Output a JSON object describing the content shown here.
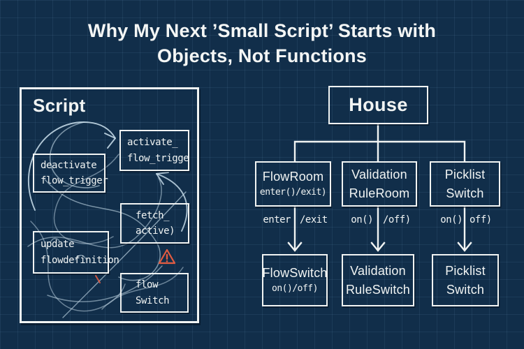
{
  "title": {
    "line1": "Why My Next ’Small Script’ Starts with",
    "line2": "Objects, Not Functions"
  },
  "script_panel": {
    "label": "Script",
    "boxes": [
      {
        "id": "deactivate_flow_trigger",
        "line1": "deactivate",
        "line2": "flow_trigger"
      },
      {
        "id": "activate_flow_trigge",
        "line1": "activate_",
        "line2": "flow_trigge"
      },
      {
        "id": "fetch_active",
        "line1": "fetch_",
        "line2": "active)"
      },
      {
        "id": "update_flowdefinition",
        "line1": "update",
        "line2": "flowdefinition"
      },
      {
        "id": "flow_switch",
        "line1": "flow",
        "line2": "Switch"
      }
    ],
    "icons": {
      "warning": "warning-triangle"
    }
  },
  "house_panel": {
    "root_label": "House",
    "children": [
      {
        "line1": "FlowRoom",
        "line2": "enter()/exit)"
      },
      {
        "line1": "Validation",
        "line2": "RuleRoom"
      },
      {
        "line1": "Picklist",
        "line2": "Switch"
      }
    ],
    "edges": [
      {
        "left": "enter",
        "right": "/exit"
      },
      {
        "left": "on()",
        "right": "/off)"
      },
      {
        "left": "on()",
        "right": "off)"
      }
    ],
    "leaves": [
      {
        "line1": "FlowSwitch",
        "line2": "on()/off)"
      },
      {
        "line1": "Validation",
        "line2": "RuleSwitch"
      },
      {
        "line1": "Picklist",
        "line2": "Switch"
      }
    ]
  },
  "colors": {
    "background": "#112e4a",
    "grid_line": "rgba(130,178,216,0.10)",
    "stroke_white": "#f1f4f3",
    "scribble_blue": "#c3d8e6",
    "warning_orange": "#e25b41"
  }
}
